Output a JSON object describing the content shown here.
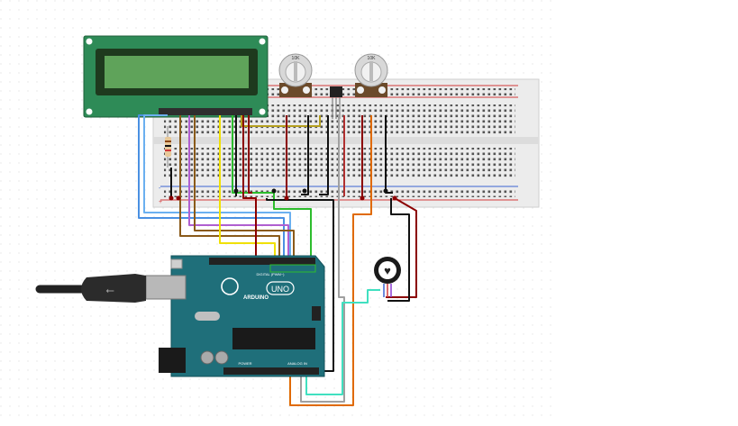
{
  "components": {
    "potentiometer_1": {
      "value_label": "10K"
    },
    "potentiometer_2": {
      "value_label": "10K"
    },
    "arduino": {
      "logo_text": "ARDUINO",
      "model_label": "UNO",
      "digital_header_label": "DIGITAL (PWM~)",
      "analog_header_label": "ANALOG IN",
      "power_header_label": "POWER"
    },
    "usb_cable": {
      "icon": "usb-icon"
    },
    "pulse_sensor": {
      "icon": "heart-icon"
    },
    "breadboard_plus_label": "+",
    "breadboard_minus_label": "-"
  },
  "colors": {
    "lcd_board": "#2e8b57",
    "lcd_screen": "#5fa35a",
    "arduino_board": "#1f6f7a",
    "breadboard": "#e9e9e9",
    "rail_red": "#d23a3a",
    "rail_blue": "#3a64d2",
    "wire_black": "#111111",
    "wire_red": "#8b0000",
    "wire_yellow": "#f0e000",
    "wire_green": "#2dbd2d",
    "wire_blue": "#4a90e2",
    "wire_purple": "#b05fd0",
    "wire_orange": "#e06a00",
    "wire_brown": "#8a5a1a",
    "wire_grey": "#a0a0a0",
    "wire_cyan": "#40e0c0"
  }
}
